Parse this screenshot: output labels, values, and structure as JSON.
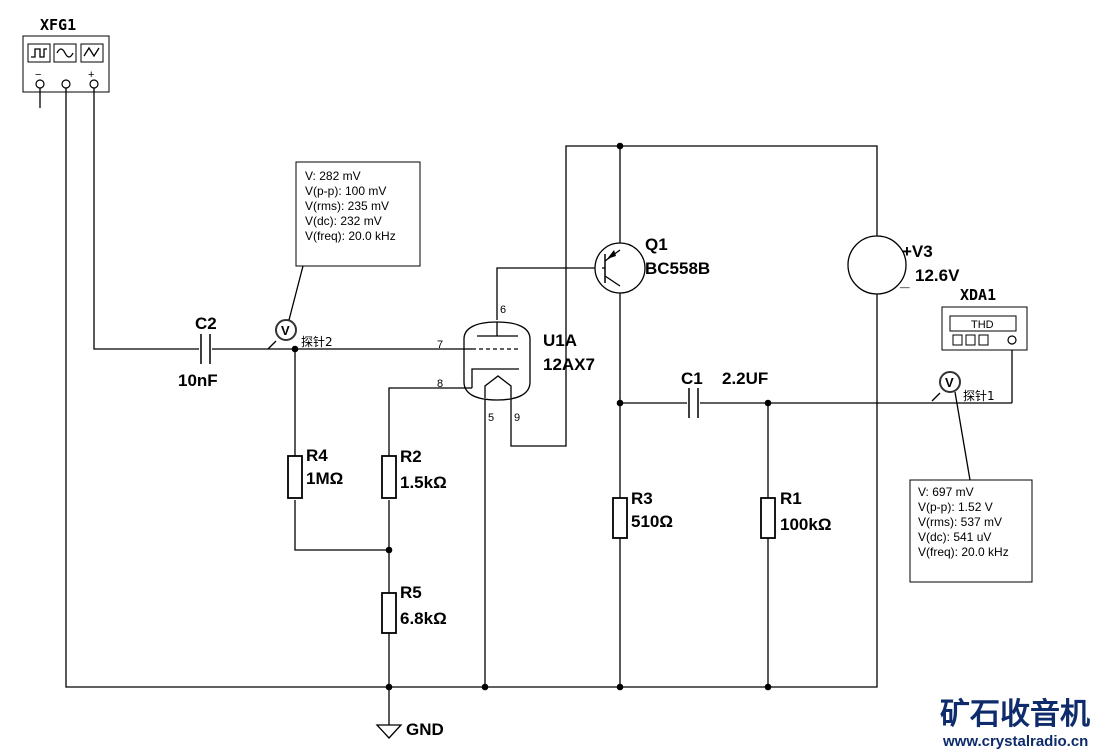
{
  "instruments": {
    "function_generator": {
      "name": "XFG1",
      "terminals": [
        "−",
        "+"
      ]
    },
    "distortion_analyzer": {
      "name": "XDA1",
      "display": "THD"
    }
  },
  "components": {
    "C2": {
      "ref": "C2",
      "value": "10nF"
    },
    "C1": {
      "ref": "C1",
      "value": "2.2UF"
    },
    "R4": {
      "ref": "R4",
      "value": "1MΩ"
    },
    "R2": {
      "ref": "R2",
      "value": "1.5kΩ"
    },
    "R5": {
      "ref": "R5",
      "value": "6.8kΩ"
    },
    "R3": {
      "ref": "R3",
      "value": "510Ω"
    },
    "R1": {
      "ref": "R1",
      "value": "100kΩ"
    },
    "U1A": {
      "ref": "U1A",
      "value": "12AX7",
      "pins": [
        "6",
        "7",
        "8",
        "5",
        "9"
      ]
    },
    "Q1": {
      "ref": "Q1",
      "value": "BC558B"
    },
    "V3": {
      "ref": "+V3",
      "value": "12.6V",
      "minus": "_"
    },
    "GND": {
      "label": "GND"
    }
  },
  "probes": {
    "probe2": {
      "name": "探针2",
      "icon_letter": "V",
      "readings": [
        "V: 282 mV",
        "V(p-p): 100 mV",
        "V(rms): 235 mV",
        "V(dc): 232 mV",
        "V(freq): 20.0 kHz"
      ]
    },
    "probe1": {
      "name": "探针1",
      "icon_letter": "V",
      "readings": [
        "V: 697 mV",
        "V(p-p): 1.52 V",
        "V(rms): 537 mV",
        "V(dc): 541 uV",
        "V(freq): 20.0 kHz"
      ]
    }
  },
  "watermark": {
    "brand": "矿石收音机",
    "url": "www.crystalradio.cn"
  }
}
